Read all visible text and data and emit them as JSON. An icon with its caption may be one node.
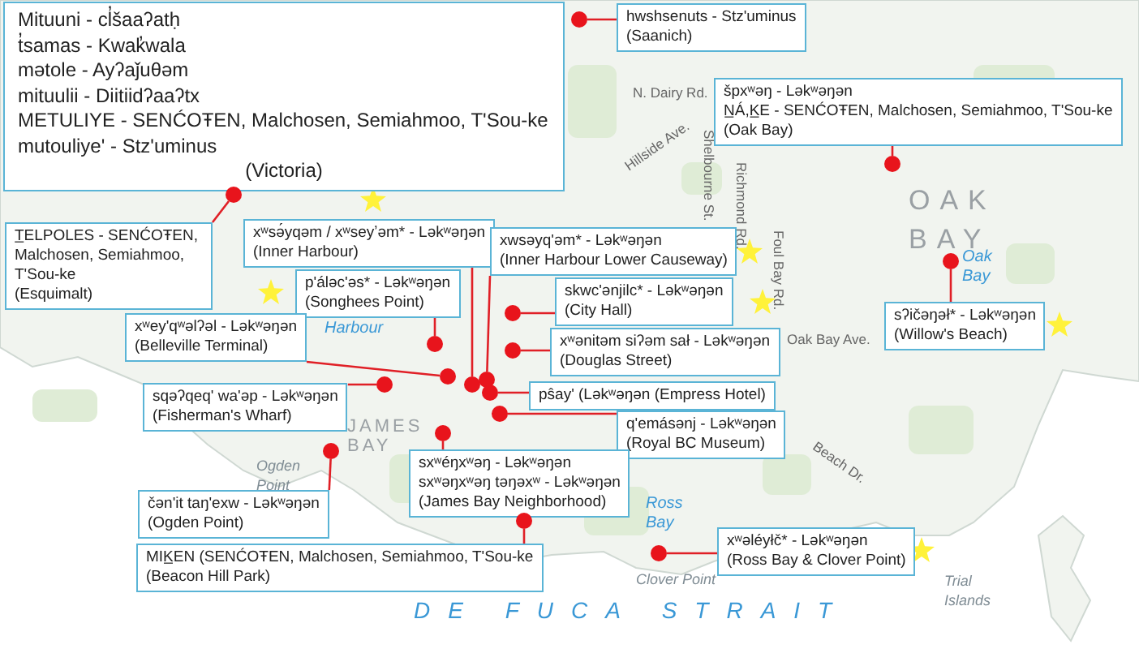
{
  "diagram": {
    "nodes": [
      {
        "text": [
          "Mituuni - cl̓šaaʔatḥ",
          "t̓samas - Kwak̓wala",
          "mətole - Ayʔaǰuθəm",
          "mituulii - Diitiidʔaaʔtx",
          "METULIYE - SENĆOŦEN, Malchosen, Semiahmoo, T'Sou-ke",
          "mutouliye' - Stz'uminus",
          "(Victoria)"
        ]
      },
      {
        "text": [
          "hwshsenuts - Stz'uminus",
          "(Saanich)"
        ]
      },
      {
        "text": [
          "špxʷəŋ - Ləkʷəŋən",
          "N̲Á,K̲E - SENĆOŦEN, Malchosen, Semiahmoo, T'Sou-ke",
          "(Oak Bay)"
        ]
      },
      {
        "text": [
          "T̲ELPOLES - SENĆOŦEN, Malchosen, Semiahmoo, T'Sou-ke",
          "(Esquimalt)"
        ]
      },
      {
        "text": [
          "xʷsə́yqəm / xʷseyʼəm* - Ləkʷəŋən",
          "(Inner Harbour)"
        ]
      },
      {
        "text": [
          "xwsəyq'əm* - Ləkʷəŋən",
          "(Inner Harbour Lower Causeway)"
        ]
      },
      {
        "text": [
          "p'álәc'әs* - Ləkʷəŋən",
          "(Songhees Point)"
        ]
      },
      {
        "text": [
          "skwc'ənjilc* - Ləkʷəŋən",
          "(City Hall)"
        ]
      },
      {
        "text": [
          "xʷey'qʷəlʔəl - Ləkʷəŋən",
          "(Belleville Terminal)"
        ]
      },
      {
        "text": [
          "xʷənitəm siʔəm sał - Ləkʷəŋən",
          "(Douglas Street)"
        ]
      },
      {
        "text": [
          "sqəʔqeq' wa'əp - Ləkʷəŋən",
          "(Fisherman's Wharf)"
        ]
      },
      {
        "text": [
          "pŝay' (Ləkʷəŋən (Empress Hotel)"
        ]
      },
      {
        "text": [
          "q'emásənj - Ləkʷəŋən",
          "(Royal BC Museum)"
        ]
      },
      {
        "text": [
          "sʔičəŋəł* - Ləkʷəŋən",
          "(Willow's Beach)"
        ]
      },
      {
        "text": [
          "sxʷéŋxʷəŋ - Ləkʷəŋən",
          "sxʷəŋxʷəŋ təŋəxʷ - Ləkʷəŋən",
          "(James Bay Neighborhood)"
        ]
      },
      {
        "text": [
          "čən'it taŋ'exw - Ləkʷəŋən",
          "(Ogden Point)"
        ]
      },
      {
        "text": [
          "MIK̲EN (SENĆOŦEN, Malchosen, Semiahmoo, T'Sou-ke",
          "(Beacon Hill Park)"
        ]
      },
      {
        "text": [
          "xʷəléyłč* - Ləkʷəŋən",
          "(Ross Bay & Clover Point)"
        ]
      },
      {
        "text": [],
        "shape": "circle"
      },
      {
        "text": [],
        "shape": "circle"
      },
      {
        "text": [],
        "shape": "circle"
      },
      {
        "text": [],
        "shape": "circle"
      },
      {
        "text": [],
        "shape": "circle"
      },
      {
        "text": [],
        "shape": "circle"
      },
      {
        "text": [],
        "shape": "circle"
      },
      {
        "text": [],
        "shape": "circle"
      },
      {
        "text": [],
        "shape": "circle"
      },
      {
        "text": [],
        "shape": "circle"
      },
      {
        "text": [],
        "shape": "circle"
      },
      {
        "text": [],
        "shape": "circle"
      },
      {
        "text": [],
        "shape": "circle"
      },
      {
        "text": [],
        "shape": "circle"
      },
      {
        "text": [],
        "shape": "circle"
      },
      {
        "text": [],
        "shape": "circle"
      },
      {
        "text": [],
        "shape": "circle"
      }
    ],
    "edges": [
      {
        "from": 18,
        "to": 3,
        "arrow": "none"
      },
      {
        "from": 19,
        "to": 15,
        "arrow": "none"
      },
      {
        "from": 20,
        "to": 10,
        "arrow": "none"
      },
      {
        "from": 21,
        "to": 6,
        "arrow": "none"
      },
      {
        "from": 22,
        "to": 14,
        "arrow": "none"
      },
      {
        "from": 23,
        "to": 8,
        "arrow": "none"
      },
      {
        "from": 24,
        "to": 4,
        "arrow": "none"
      },
      {
        "from": 25,
        "to": 5,
        "arrow": "none"
      },
      {
        "from": 26,
        "to": 11,
        "arrow": "none"
      },
      {
        "from": 27,
        "to": 12,
        "arrow": "none"
      },
      {
        "from": 28,
        "to": 7,
        "arrow": "none"
      },
      {
        "from": 29,
        "to": 9,
        "arrow": "none"
      },
      {
        "from": 30,
        "to": 16,
        "arrow": "none"
      },
      {
        "from": 31,
        "to": 1,
        "arrow": "none"
      },
      {
        "from": 32,
        "to": 17,
        "arrow": "none"
      },
      {
        "from": 33,
        "to": 2,
        "arrow": "none"
      },
      {
        "from": 34,
        "to": 13,
        "arrow": "none"
      }
    ],
    "labels": [
      "N. Dairy Rd.",
      "Hillside Ave.",
      "Richmond Rd.",
      "OAK BAY",
      "Shelbourne St.",
      "Foul Bay Rd.",
      "Oak Bay",
      "Harbour",
      "Oak Bay Ave.",
      "JAMES BAY",
      "Ogden Point",
      "Beach Dr.",
      "Ross Bay",
      "Clover Point",
      "Trial Islands",
      "DE FUCA STRAIT"
    ]
  }
}
